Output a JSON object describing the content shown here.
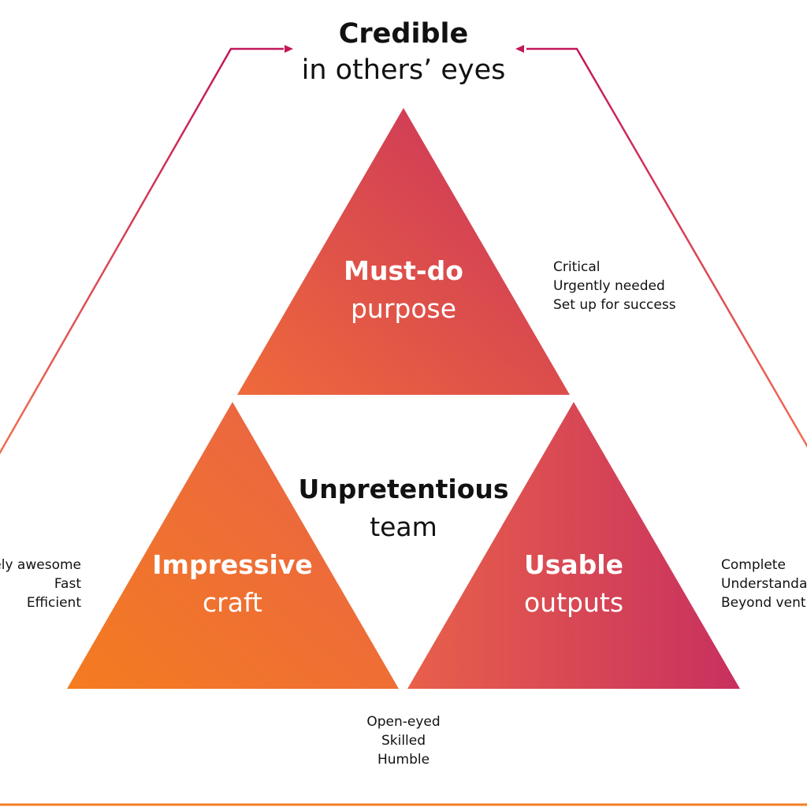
{
  "top": {
    "title": "Credible",
    "subtitle": "in others’ eyes"
  },
  "center": {
    "title": "Unpretentious",
    "subtitle": "team"
  },
  "triangles": {
    "top": {
      "title": "Must-do",
      "subtitle": "purpose"
    },
    "left": {
      "title": "Impressive",
      "subtitle": "craft"
    },
    "right": {
      "title": "Usable",
      "subtitle": "outputs"
    }
  },
  "notes": {
    "top_right": [
      "Critical",
      "Urgently needed",
      "Set up for success"
    ],
    "left": [
      "ely awesome",
      "Fast",
      "Efficient"
    ],
    "right": [
      "Complete",
      "Understanda",
      "Beyond vent"
    ],
    "bottom": [
      "Open-eyed",
      "Skilled",
      "Humble"
    ]
  },
  "colors": {
    "orange": "#f47c20",
    "magenta": "#c8305f",
    "line_top": "#c2185b"
  }
}
